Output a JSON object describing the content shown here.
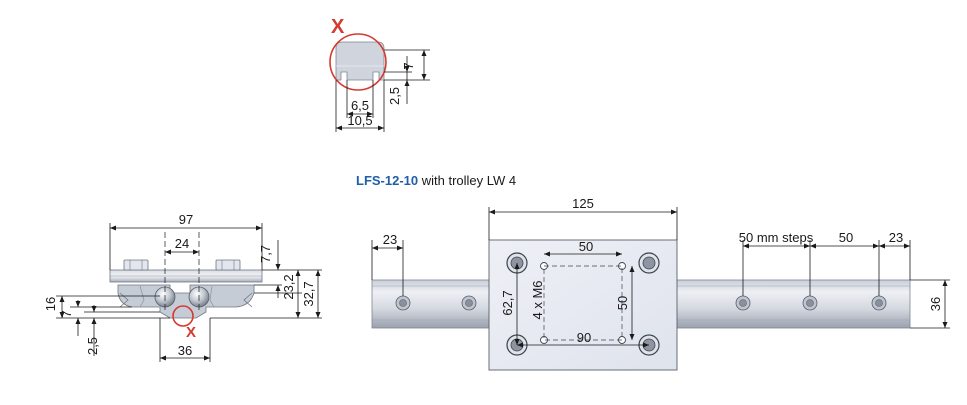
{
  "colors": {
    "accent_blue": "#1f5fa8",
    "highlight_red": "#d43a2f",
    "metal_light": "#dde1e8",
    "metal_mid": "#b9c0cc",
    "metal_dark": "#7e8694",
    "plate": "#e6e9f2"
  },
  "detail": {
    "marker": "X",
    "dim_width_inner": "6,5",
    "dim_width_outer": "10,5",
    "dim_height_total": "7",
    "dim_height_slot": "2,5"
  },
  "title": {
    "model": "LFS-12-10",
    "suffix": " with trolley LW 4"
  },
  "side_view": {
    "marker": "X",
    "dim_width_total": "97",
    "dim_wheel_spacing": "24",
    "dim_rail_width": "36",
    "dim_top_height": "7,7",
    "dim_height_23": "23,2",
    "dim_height_32": "32,7",
    "dim_left_16": "16",
    "dim_left_7": "7",
    "dim_left_25": "2,5"
  },
  "top_view": {
    "dim_plate_width": "125",
    "dim_left_end": "23",
    "dim_steps": "50 mm steps",
    "dim_step_50": "50",
    "dim_right_end": "23",
    "dim_hole_spacing_x": "50",
    "dim_hole_spacing_y": "50",
    "dim_bolt_spacing_x": "90",
    "dim_bolt_spacing_y": "62,7",
    "thread_label": "4 x M6",
    "dim_rail_height": "36"
  }
}
